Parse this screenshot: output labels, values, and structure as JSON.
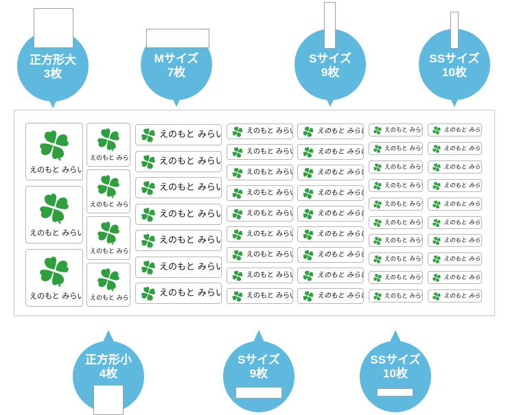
{
  "name_text": "えのもと みらい",
  "colors": {
    "bubble": "#5fb9df",
    "clover": "#2f9e3f",
    "border": "#b5b5b5"
  },
  "icon": "four-leaf-clover-icon",
  "top_bubbles": [
    {
      "line1": "正方形大",
      "line2": "3枚"
    },
    {
      "line1": "Mサイズ",
      "line2": "7枚"
    },
    {
      "line1": "Sサイズ",
      "line2": "9枚"
    },
    {
      "line1": "SSサイズ",
      "line2": "10枚"
    }
  ],
  "bottom_bubbles": [
    {
      "line1": "正方形小",
      "line2": "4枚"
    },
    {
      "line1": "Sサイズ",
      "line2": "9枚"
    },
    {
      "line1": "SSサイズ",
      "line2": "10枚"
    }
  ]
}
